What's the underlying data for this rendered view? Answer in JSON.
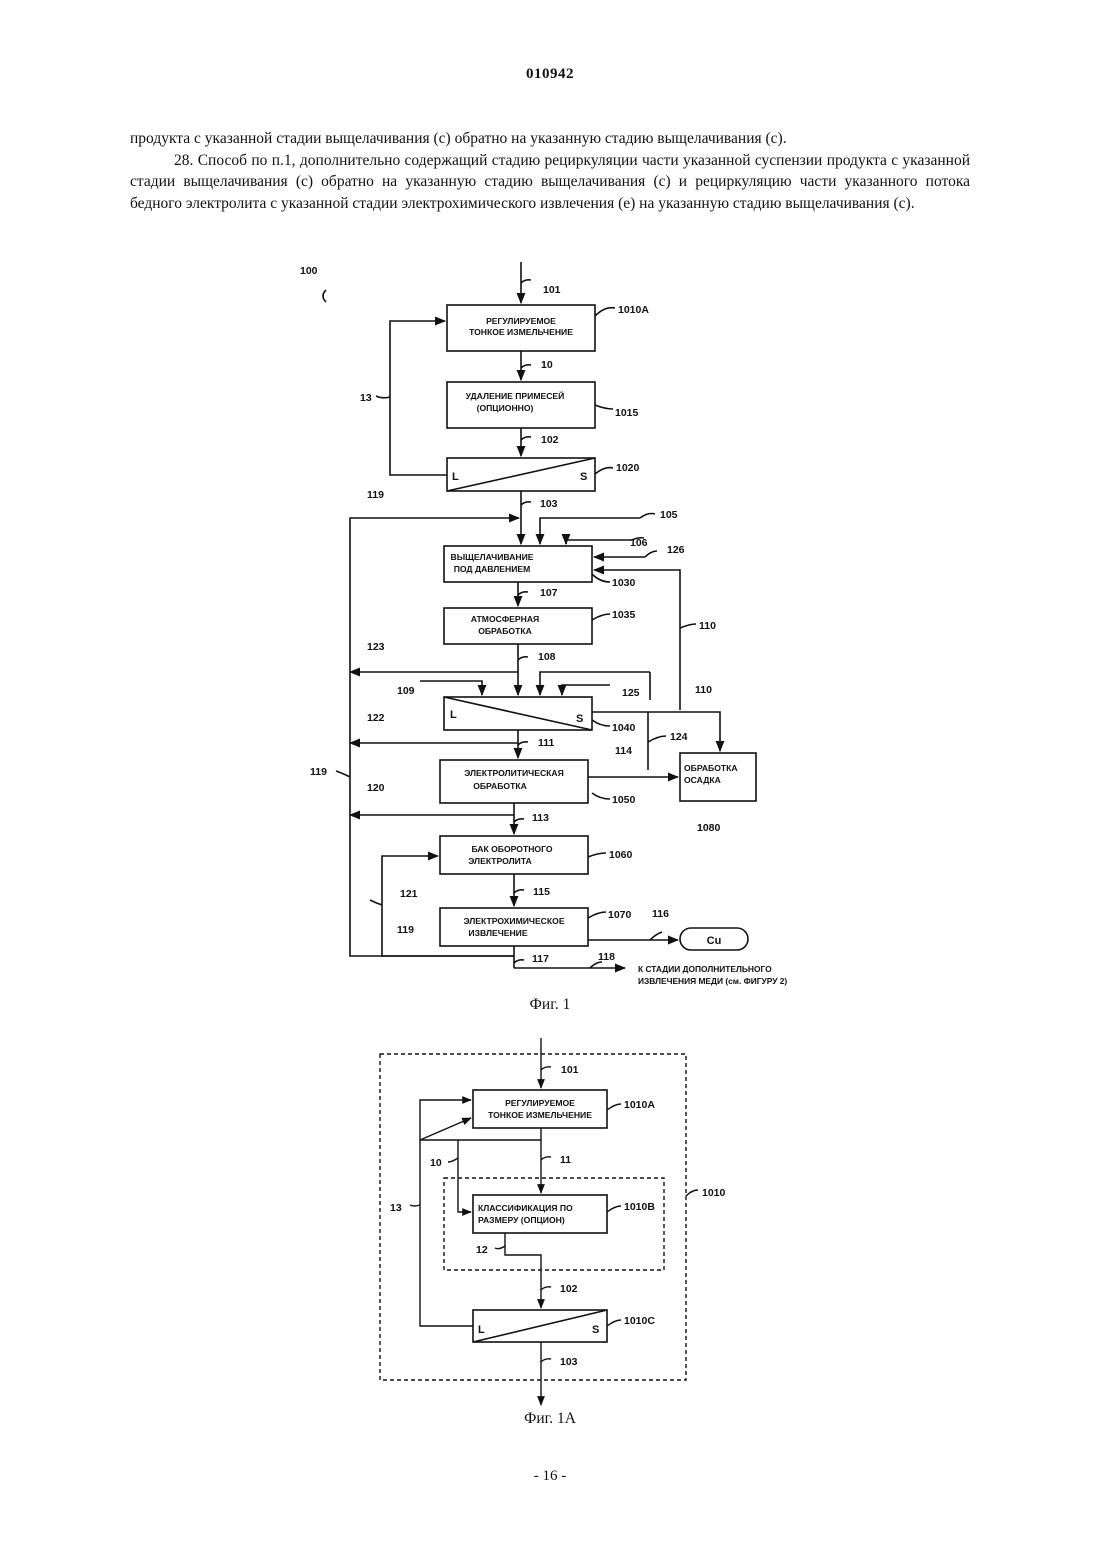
{
  "header": {
    "doc_number": "010942"
  },
  "body": {
    "para1": "продукта с указанной стадии выщелачивания (с) обратно на указанную стадию выщелачивания (с).",
    "para2": "28. Способ по п.1, дополнительно содержащий стадию рециркуляции части указанной суспензии продукта с указанной стадии выщелачивания (с) обратно на указанную стадию выщелачивания (с) и рециркуляцию части указанного потока бедного электролита с указанной стадии электрохимического извлечения (е) на указанную стадию выщелачивания (с)."
  },
  "fig1": {
    "caption": "Фиг. 1",
    "ref_main": "100",
    "boxes": {
      "grind_l1": "РЕГУЛИРУЕМОЕ",
      "grind_l2": "ТОНКОЕ ИЗМЕЛЬЧЕНИЕ",
      "impurity_l1": "УДАЛЕНИЕ ПРИМЕСЕЙ",
      "impurity_l2": "(ОПЦИОННО)",
      "leach_l1": "ВЫЩЕЛАЧИВАНИЕ",
      "leach_l2": "ПОД ДАВЛЕНИЕМ",
      "atm_l1": "АТМОСФЕРНАЯ",
      "atm_l2": "ОБРАБОТКА",
      "electro_l1": "ЭЛЕКТРОЛИТИЧЕСКАЯ",
      "electro_l2": "ОБРАБОТКА",
      "tank_l1": "БАК ОБОРОТНОГО",
      "tank_l2": "ЭЛЕКТРОЛИТА",
      "ew_l1": "ЭЛЕКТРОХИМИЧЕСКОЕ",
      "ew_l2": "ИЗВЛЕЧЕНИЕ",
      "residue_l1": "ОБРАБОТКА",
      "residue_l2": "ОСАДКА",
      "cu": "Cu",
      "sep_l": "L",
      "sep_s": "S"
    },
    "out_l1": "К СТАДИИ ДОПОЛНИТЕЛЬНОГО",
    "out_l2": "ИЗВЛЕЧЕНИЯ МЕДИ (см. ФИГУРУ 2)",
    "refs": {
      "r101": "101",
      "r1010A": "1010A",
      "r10": "10",
      "r1015": "1015",
      "r13": "13",
      "r102": "102",
      "r1020": "1020",
      "r119": "119",
      "r103": "103",
      "r105": "105",
      "r106": "106",
      "r126": "126",
      "r1030": "1030",
      "r107": "107",
      "r1035": "1035",
      "r110": "110",
      "r123": "123",
      "r108": "108",
      "r109": "109",
      "r125": "125",
      "r1040": "1040",
      "r122": "122",
      "r111": "111",
      "r124": "124",
      "r114": "114",
      "r1050": "1050",
      "r1080": "1080",
      "r120": "120",
      "r113": "113",
      "r1060": "1060",
      "r121": "121",
      "r115": "115",
      "r1070": "1070",
      "r116": "116",
      "r117": "117",
      "r118": "118"
    }
  },
  "fig1a": {
    "caption": "Фиг. 1A",
    "boxes": {
      "grind_l1": "РЕГУЛИРУЕМОЕ",
      "grind_l2": "ТОНКОЕ ИЗМЕЛЬЧЕНИЕ",
      "class_l1": "КЛАССИФИКАЦИЯ ПО",
      "class_l2": "РАЗМЕРУ (ОПЦИОН)",
      "sep_l": "L",
      "sep_s": "S"
    },
    "refs": {
      "r101": "101",
      "r1010A": "1010A",
      "r10": "10",
      "r11": "11",
      "r1010B": "1010B",
      "r1010": "1010",
      "r13": "13",
      "r12": "12",
      "r102": "102",
      "r1010C": "1010C",
      "r103": "103"
    }
  },
  "footer": {
    "page_number": "- 16 -"
  }
}
